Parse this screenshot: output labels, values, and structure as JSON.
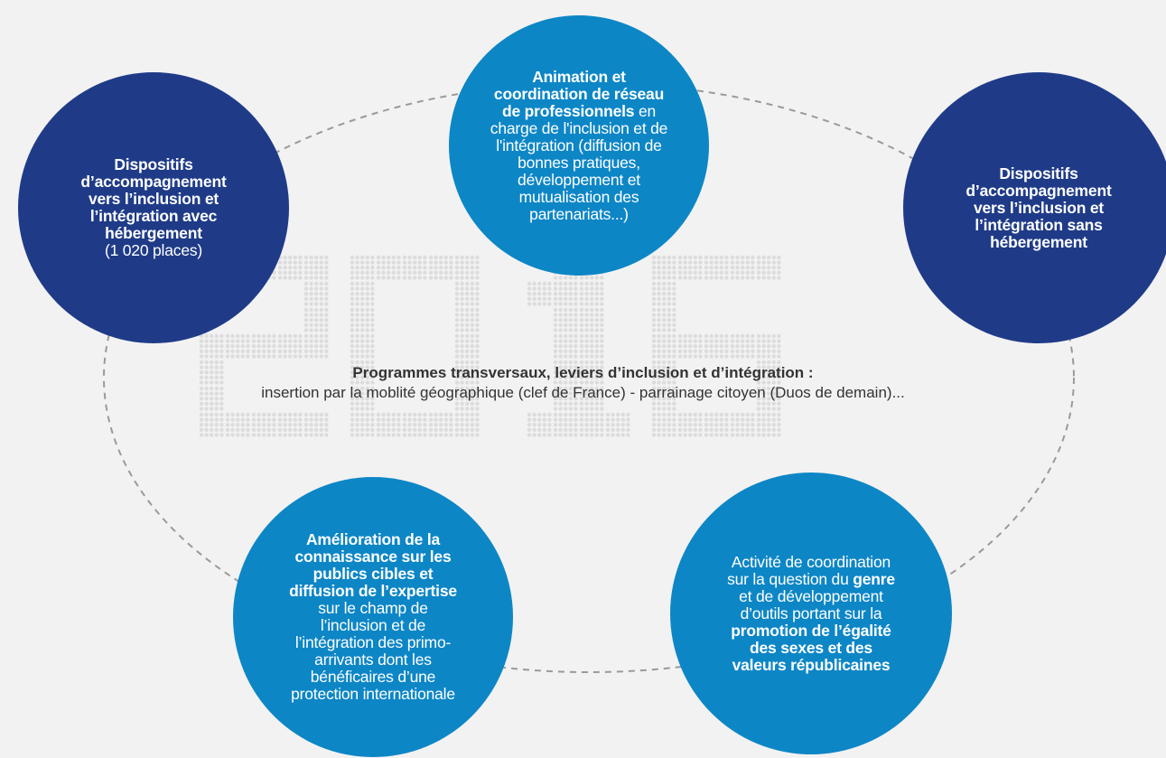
{
  "colors": {
    "dark_circle": "#1f3b88",
    "light_circle": "#0d86c6",
    "background": "#f2f2f2",
    "dashed_line": "#9a9a9a",
    "watermark_dots": "#dcdcdc"
  },
  "watermark": "2016",
  "center": {
    "title": "Programmes transversaux, leviers d’inclusion et d’intégration :",
    "body": "insertion par la moblité géographique (clef de France) - parrainage citoyen (Duos de demain)..."
  },
  "circles": {
    "top_left": {
      "bold": "Dispositifs d’accompagnement vers l’inclusion et l’intégration avec hébergement",
      "normal": "(1 020 places)"
    },
    "top_center": {
      "bold": "Animation et coordination de réseau de professionnels",
      "normal": " en charge de l'inclusion et de l'intégration (diffusion de bonnes pratiques, développement et mutualisation des partenariats...)"
    },
    "top_right": {
      "bold": "Dispositifs d’accompagnement vers l’inclusion et l’intégration sans hébergement"
    },
    "bottom_left": {
      "bold": "Amélioration de la connaissance sur les publics cibles et diffusion de l’expertise",
      "normal": " sur le champ de l’inclusion et de l’intégration des primo-arrivants dont les bénéficaires d’une protection internationale"
    },
    "bottom_right": {
      "part1": "Activité de coordination sur la question du ",
      "bold1": "genre",
      "part2": " et de développement d’outils portant sur la ",
      "bold2": "promotion de l’égalité des sexes et des valeurs républicaines"
    }
  }
}
